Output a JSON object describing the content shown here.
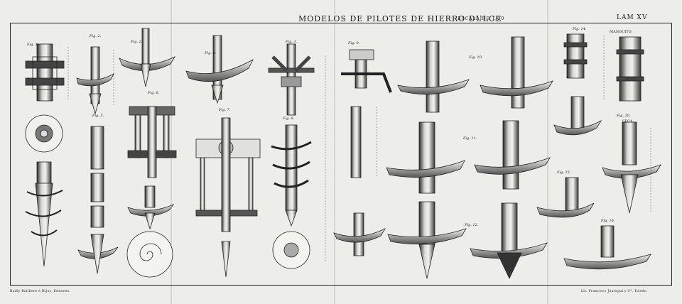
{
  "header": {
    "title": "MODELOS DE PILOTES DE HIERRO DULCE",
    "scale": "ESCALA DE 1/20",
    "plate": "LAM XV"
  },
  "footer": {
    "left": "Bailly-Bailliere é Hijos, Editores.",
    "right": "Lit. Francisco Jáuregui y Cª, Toledo."
  },
  "figures": {
    "f1": "Fig. 1.",
    "f2": "Fig. 2.",
    "f2b": "Fig. 2.",
    "f3": "Fig. 3.",
    "f4": "Fig. 4.",
    "f5": "Fig. 5.",
    "f6": "Fig. 6.",
    "f7": "Fig. 7.",
    "f8": "Fig. 8.",
    "f9": "Fig. 9.",
    "f10": "Fig. 10.",
    "f11": "Fig. 11.",
    "f12": "Fig. 12.",
    "f14": "Fig. 14.",
    "f15": "Fig. 15.",
    "f16": "Fig. 16.",
    "f20": "Fig. 20.",
    "manguito": "MANGUITO.",
    "seca": "SECA."
  }
}
